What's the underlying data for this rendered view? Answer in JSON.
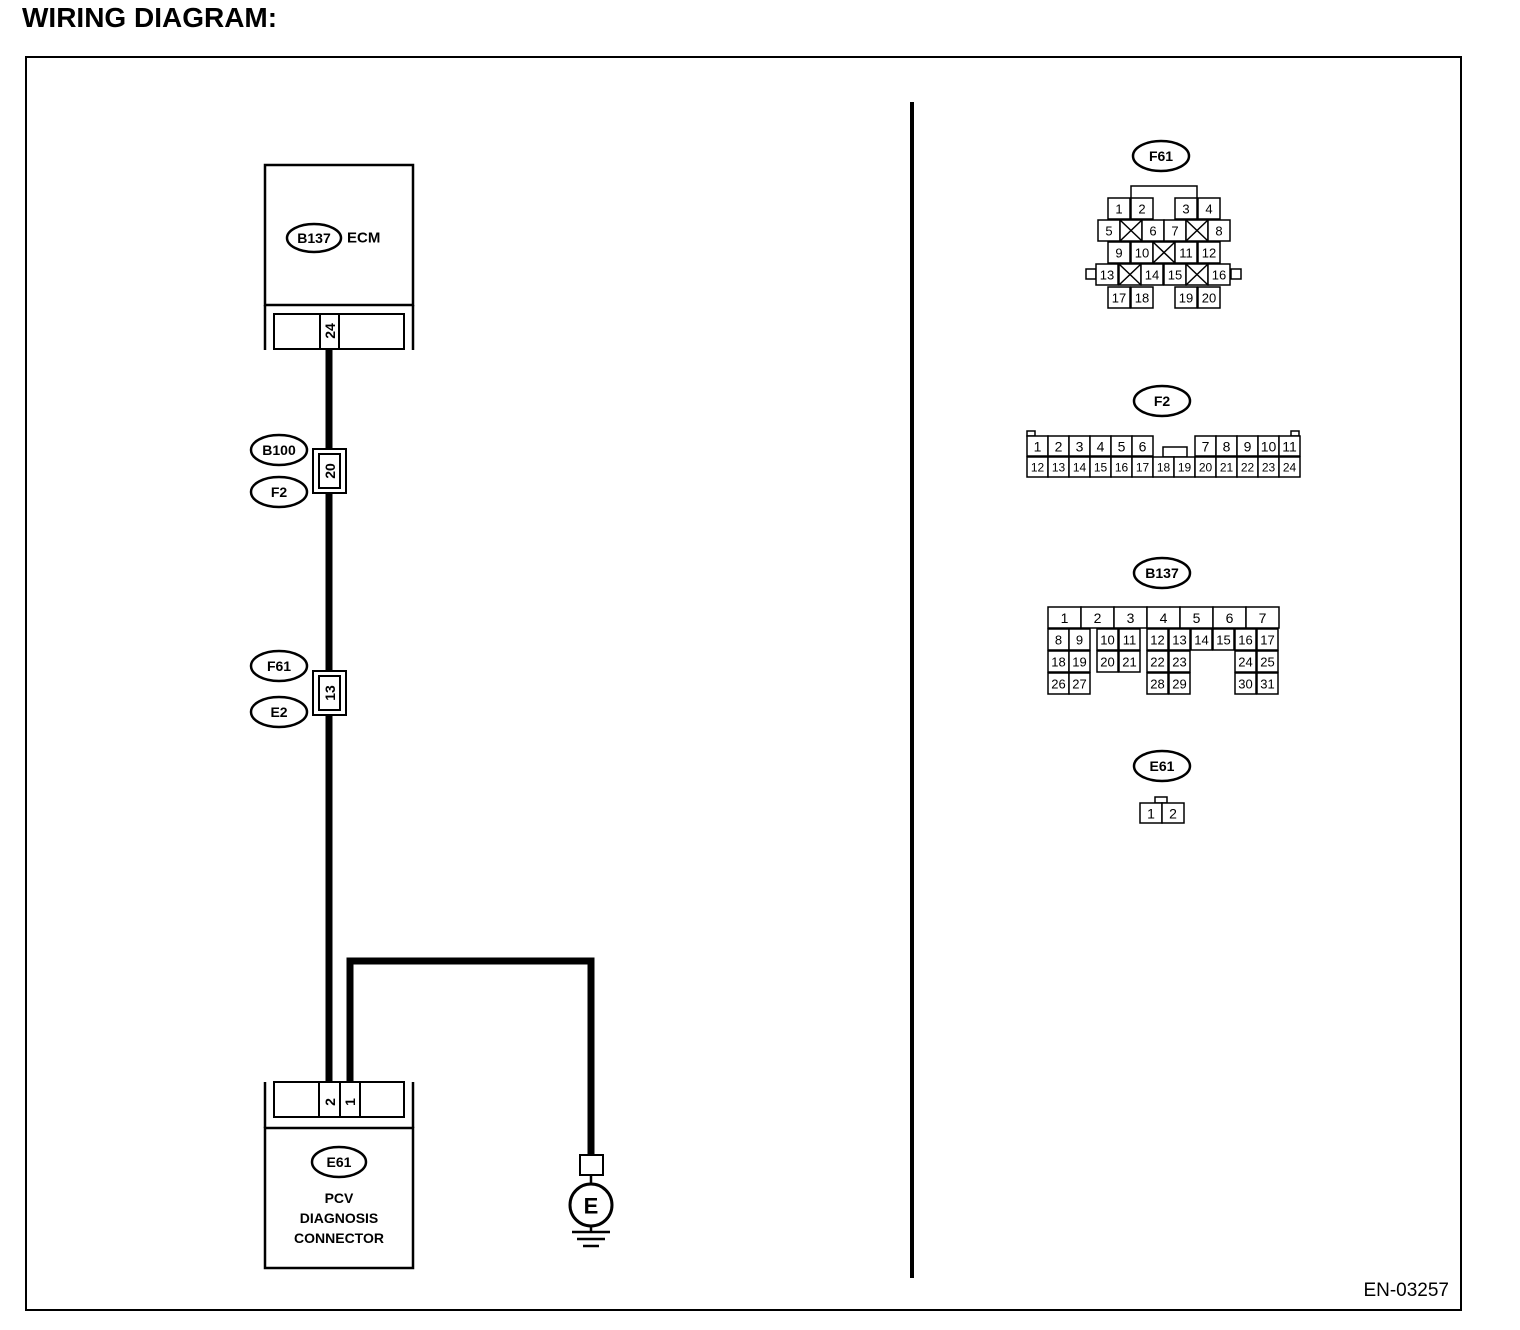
{
  "page_title": "WIRING DIAGRAM:",
  "figure_id": "EN-03257",
  "components": {
    "ecm": {
      "connector": "B137",
      "name": "ECM",
      "pin": "24"
    },
    "junction_1": {
      "connectors": [
        "B100",
        "F2"
      ],
      "pin": "20"
    },
    "junction_2": {
      "connectors": [
        "F61",
        "E2"
      ],
      "pin": "13"
    },
    "pcv_connector": {
      "connector": "E61",
      "name_lines": [
        "PCV",
        "DIAGNOSIS",
        "CONNECTOR"
      ],
      "pins": [
        "2",
        "1"
      ]
    },
    "ground": {
      "label": "E"
    }
  },
  "connector_views": {
    "F61": {
      "label": "F61",
      "rows": [
        [
          "1",
          "2",
          "",
          "3",
          "4"
        ],
        [
          "5",
          "X",
          "6",
          "7",
          "X",
          "8"
        ],
        [
          "9",
          "10",
          "X",
          "11",
          "12"
        ],
        [
          "13",
          "X",
          "14",
          "15",
          "X",
          "16"
        ],
        [
          "17",
          "18",
          "",
          "19",
          "20"
        ]
      ]
    },
    "F2": {
      "label": "F2",
      "row1": [
        "1",
        "2",
        "3",
        "4",
        "5",
        "6",
        "7",
        "8",
        "9",
        "10",
        "11"
      ],
      "row2": [
        "12",
        "13",
        "14",
        "15",
        "16",
        "17",
        "18",
        "19",
        "20",
        "21",
        "22",
        "23",
        "24"
      ]
    },
    "B137": {
      "label": "B137",
      "row1": [
        "1",
        "2",
        "3",
        "4",
        "5",
        "6",
        "7"
      ],
      "row2": [
        "8",
        "9",
        "10",
        "11",
        "12",
        "13",
        "14",
        "15",
        "16",
        "17"
      ],
      "row3": [
        "18",
        "19",
        "20",
        "21",
        "22",
        "23",
        "24",
        "25"
      ],
      "row4": [
        "26",
        "27",
        "28",
        "29",
        "30",
        "31"
      ]
    },
    "E61": {
      "label": "E61",
      "pins": [
        "1",
        "2"
      ]
    }
  }
}
